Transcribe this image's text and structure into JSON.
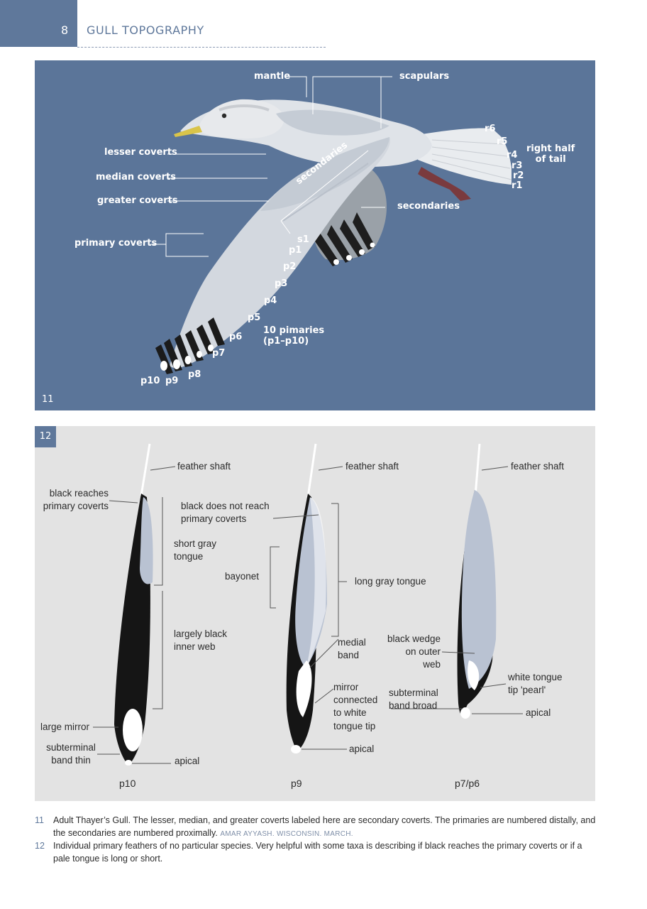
{
  "header": {
    "page_number": "8",
    "chapter_title": "GULL TOPOGRAPHY"
  },
  "figure11": {
    "number": "11",
    "labels": {
      "mantle": "mantle",
      "scapulars": "scapulars",
      "lesser_coverts": "lesser coverts",
      "median_coverts": "median coverts",
      "greater_coverts": "greater coverts",
      "primary_coverts": "primary coverts",
      "secondaries_diag": "secondaries",
      "secondaries_right": "secondaries",
      "s1": "s1",
      "p1": "p1",
      "p2": "p2",
      "p3": "p3",
      "p4": "p4",
      "p5": "p5",
      "p6": "p6",
      "p7": "p7",
      "p8": "p8",
      "p9": "p9",
      "p10": "p10",
      "primaries_note_1": "10 pimaries",
      "primaries_note_2": "(p1–p10)",
      "r1": "r1",
      "r2": "r2",
      "r3": "r3",
      "r4": "r4",
      "r5": "r5",
      "r6": "r6",
      "tail_1": "right half",
      "tail_2": "of tail"
    },
    "colors": {
      "background": "#5b7599",
      "label": "#ffffff"
    }
  },
  "figure12": {
    "number": "12",
    "labels": {
      "f1_shaft": "feather shaft",
      "f1_black_reaches_1": "black reaches",
      "f1_black_reaches_2": "primary coverts",
      "f1_short_gray_1": "short gray",
      "f1_short_gray_2": "tongue",
      "f1_largely_black_1": "largely black",
      "f1_largely_black_2": "inner web",
      "f1_large_mirror": "large mirror",
      "f1_subterminal_1": "subterminal",
      "f1_subterminal_2": "band thin",
      "f1_apical": "apical",
      "f2_shaft": "feather shaft",
      "f2_not_reach_1": "black does not reach",
      "f2_not_reach_2": "primary coverts",
      "f2_bayonet": "bayonet",
      "f2_long_gray": "long gray tongue",
      "f2_medial_1": "medial",
      "f2_medial_2": "band",
      "f2_mirror_1": "mirror",
      "f2_mirror_2": "connected",
      "f2_mirror_3": "to white",
      "f2_mirror_4": "tongue tip",
      "f2_apical": "apical",
      "f3_shaft": "feather shaft",
      "f3_wedge_1": "black wedge",
      "f3_wedge_2": "on outer",
      "f3_wedge_3": "web",
      "f3_white_tip_1": "white tongue",
      "f3_white_tip_2": "tip 'pearl'",
      "f3_subterminal_1": "subterminal",
      "f3_subterminal_2": "band broad",
      "f3_apical": "apical"
    },
    "feather_names": {
      "f1": "p10",
      "f2": "p9",
      "f3": "p7/p6"
    },
    "colors": {
      "background": "#e3e3e3",
      "black": "#151515",
      "gray": "#b9c2d2"
    }
  },
  "captions": [
    {
      "number": "11",
      "text": "Adult Thayer’s Gull. The lesser, median, and greater coverts labeled here are secondary coverts. The primaries are numbered distally, and the secondaries are numbered proximally.",
      "credit": "AMAR AYYASH. WISCONSIN. MARCH."
    },
    {
      "number": "12",
      "text": "Individual primary feathers of no particular species. Very helpful with some taxa is describing if black reaches the primary coverts or if a pale tongue is long or short.",
      "credit": ""
    }
  ]
}
